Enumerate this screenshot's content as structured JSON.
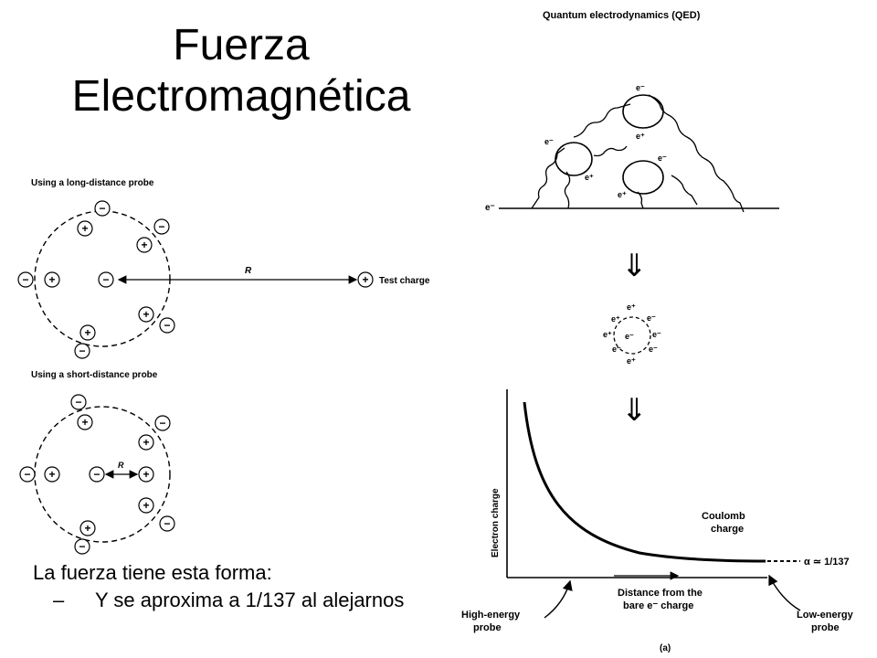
{
  "title": {
    "line1": "Fuerza",
    "line2": "Electromagnética"
  },
  "left_diagram": {
    "long_label": "Using a long-distance probe",
    "short_label": "Using a short-distance probe",
    "r_label": "R",
    "test_charge_label": "Test charge",
    "plus": "+",
    "minus": "−"
  },
  "qed": {
    "title": "Quantum electrodynamics (QED)",
    "e_minus": "e⁻",
    "e_plus": "e⁺",
    "cloud_labels": [
      "e⁺",
      "e⁺",
      "e⁻",
      "e⁺",
      "e⁻",
      "e⁺",
      "e⁻",
      "e⁻",
      "e⁺",
      "e⁺"
    ],
    "center_label": "e⁻",
    "arrow": "⇓"
  },
  "chart_data": {
    "type": "line",
    "ylabel": "Electron charge",
    "xlabel": "Distance from the bare e⁻ charge",
    "curve_label": "Coulomb charge",
    "asymptote_label": "α ≃ 1/137",
    "high_probe_label": "High-energy probe",
    "low_probe_label": "Low-energy probe",
    "figure_label": "(a)"
  },
  "bullets": {
    "main": "La fuerza tiene esta forma:",
    "dash": "–",
    "sub": "Y se aproxima a 1/137 al alejarnos"
  }
}
